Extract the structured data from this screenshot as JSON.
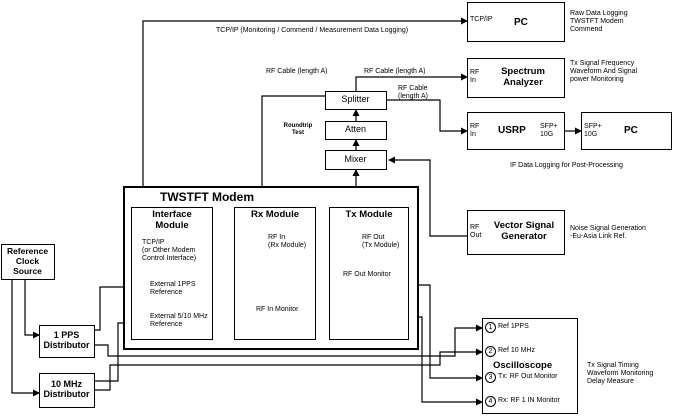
{
  "labels": {
    "tcpip_link": "TCP/IP (Monitoring / Commend / Measurement Data Logging)",
    "rf_cable_1": "RF Cable (length A)",
    "rf_cable_2": "RF Cable (length A)",
    "rf_cable_3": "RF Cable\n(length A)",
    "roundtrip": "Roundtrip\nTest",
    "if_logging": "IF Data Logging for Post-Processing"
  },
  "boxes": {
    "pc_top": "PC",
    "pc_top_port": "TCP/IP",
    "spectrum_analyzer": "Spectrum\nAnalyzer",
    "spectrum_port": "RF\nIn",
    "usrp": "USRP",
    "usrp_in": "RF\nIn",
    "usrp_out": "SFP+\n10G",
    "pc_right": "PC",
    "pc_right_port": "SFP+\n10G",
    "splitter": "Splitter",
    "atten": "Atten",
    "mixer": "Mixer",
    "vsg": "Vector Signal\nGenerator",
    "vsg_port": "RF\nOut",
    "ref_clock": "Reference\nClock\nSource",
    "pps_dist": "1 PPS\nDistributor",
    "mhz_dist": "10 MHz\nDistributor",
    "oscilloscope": "Oscilloscope"
  },
  "modem": {
    "title": "TWSTFT Modem",
    "interface_title": "Interface\nModule",
    "rx_title": "Rx Module",
    "tx_title": "Tx Module",
    "tcpip_port": "TCP/IP\n(or Other Modem\nControl Interface)",
    "ext_1pps": "External 1PPS\nReference",
    "ext_ref": "External 5/10 MHz\nReference",
    "rf_in": "RF In\n(Rx Module)",
    "rf_in_monitor": "RF In Monitor",
    "rf_out": "RF Out\n(Tx Module)",
    "rf_out_monitor": "RF Out Monitor"
  },
  "oscilloscope_ports": [
    {
      "num": "1",
      "label": "Ref 1PPS"
    },
    {
      "num": "2",
      "label": "Ref 10 MHz"
    },
    {
      "num": "3",
      "label": "Tx: RF Out Monitor"
    },
    {
      "num": "4",
      "label": "Rx: RF 1 IN Monitor"
    }
  ],
  "notes": {
    "pc_top": "Raw Data Logging\nTWSTFT Modem\nCommend",
    "spectrum": "Tx Signal Frequency\nWaveform And Signal\npower Monitoring",
    "vsg": "Noise Signal Generation\n-Eu-Asia Link Ref.",
    "oscilloscope": "Tx Signal Timing\nWaveform Monitoring\nDelay Measure"
  }
}
